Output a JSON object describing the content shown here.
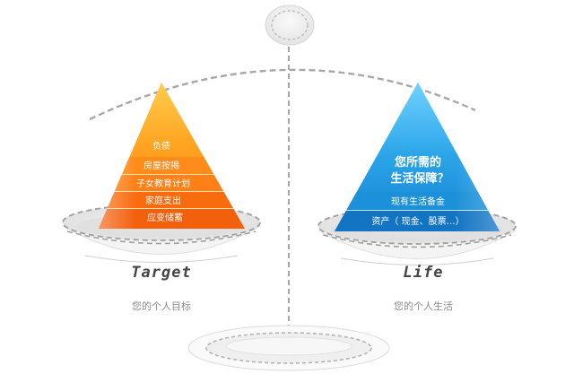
{
  "left": {
    "layers": [
      "负债",
      "房屋按揭",
      "子女教育计划",
      "家庭支出",
      "应变储蓄"
    ],
    "title": "Target",
    "caption": "您的个人目标"
  },
  "right": {
    "question_line1": "您所需的",
    "question_line2": "生活保障？",
    "layers": [
      "现有生活备金",
      "资产（ 现金、股票…）"
    ],
    "title": "Life",
    "caption": "您的个人生活"
  },
  "colors": {
    "left_light": "#ffb531",
    "left_mid": "#ff8a12",
    "left_dark": "#f2650e",
    "right_light": "#42b6ee",
    "right_mid": "#1d8fd8",
    "right_dark": "#136fc0",
    "dash": "#9a9a9a"
  }
}
